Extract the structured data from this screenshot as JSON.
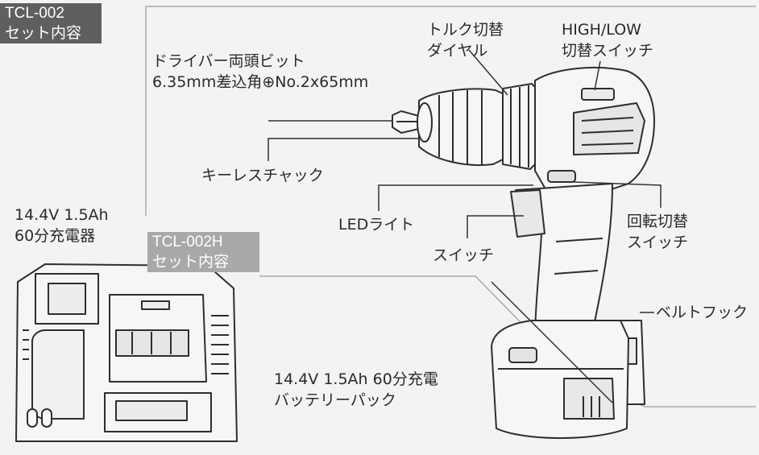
{
  "badges": {
    "set1": {
      "line1": "TCL-002",
      "line2": "セット内容"
    },
    "set2": {
      "line1": "TCL-002H",
      "line2": "セット内容"
    }
  },
  "callouts": {
    "bit": {
      "line1": "ドライバー両頭ビット",
      "line2": "6.35mm差込角⊕No.2x65mm"
    },
    "torque": {
      "line1": "トルク切替",
      "line2": "ダイヤル"
    },
    "highlow": {
      "line1": "HIGH/LOW",
      "line2": "切替スイッチ"
    },
    "chuck": "キーレスチャック",
    "led": "LEDライト",
    "switch": "スイッチ",
    "rotation": {
      "line1": "回転切替",
      "line2": "スイッチ"
    },
    "beltclip": "ベルトフック"
  },
  "charger": {
    "line1": "14.4V 1.5Ah",
    "line2": "60分充電器"
  },
  "battery": {
    "line1": "14.4V 1.5Ah 60分充電",
    "line2": "バッテリーパック"
  }
}
